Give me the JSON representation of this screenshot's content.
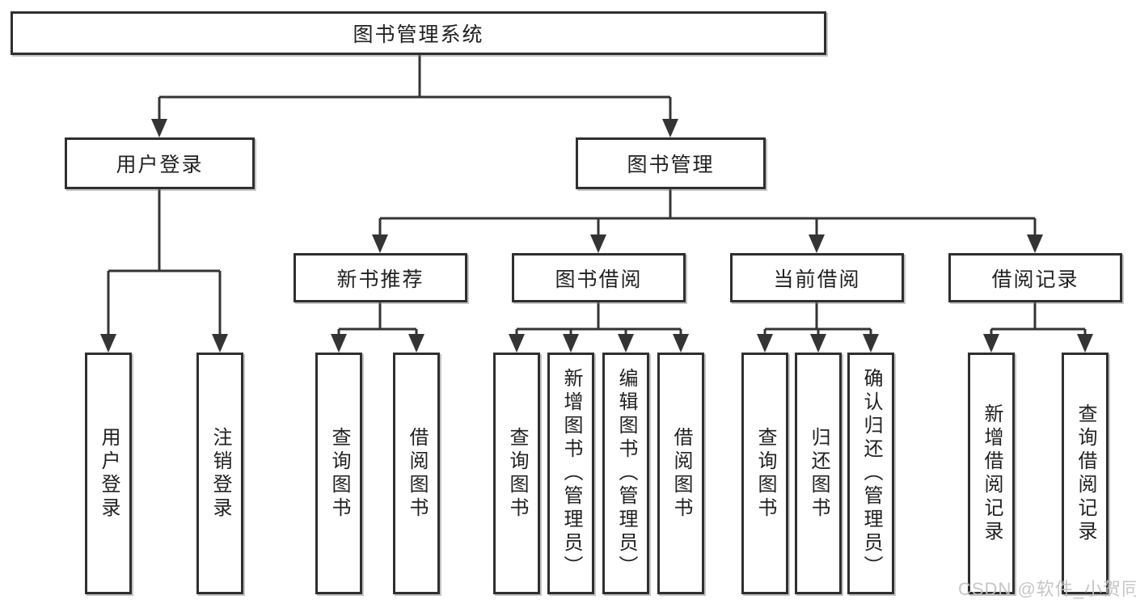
{
  "root": {
    "label": "图书管理系统"
  },
  "level2": {
    "user_login": {
      "label": "用户登录"
    },
    "book_management": {
      "label": "图书管理"
    }
  },
  "level3": {
    "new_book_recommend": {
      "label": "新书推荐"
    },
    "book_borrowing": {
      "label": "图书借阅"
    },
    "current_borrowing": {
      "label": "当前借阅"
    },
    "borrowing_records": {
      "label": "借阅记录"
    }
  },
  "leaves": {
    "user_login": [
      "用户登录",
      "注销登录"
    ],
    "new_book_recommend": [
      "查询图书",
      "借阅图书"
    ],
    "book_borrowing": [
      "查询图书",
      "新增图书（管理员）",
      "编辑图书（管理员）",
      "借阅图书"
    ],
    "current_borrowing": [
      "查询图书",
      "归还图书",
      "确认归还（管理员）"
    ],
    "borrowing_records": [
      "新增借阅记录",
      "查询借阅记录"
    ]
  },
  "watermark": {
    "text": "CSDN @软件_小贺同学"
  },
  "colors": {
    "line": "#343434",
    "box_border": "#2f2f2f",
    "box_fill": "#ffffff",
    "text": "#212121",
    "watermark": "#c1c1c1"
  }
}
